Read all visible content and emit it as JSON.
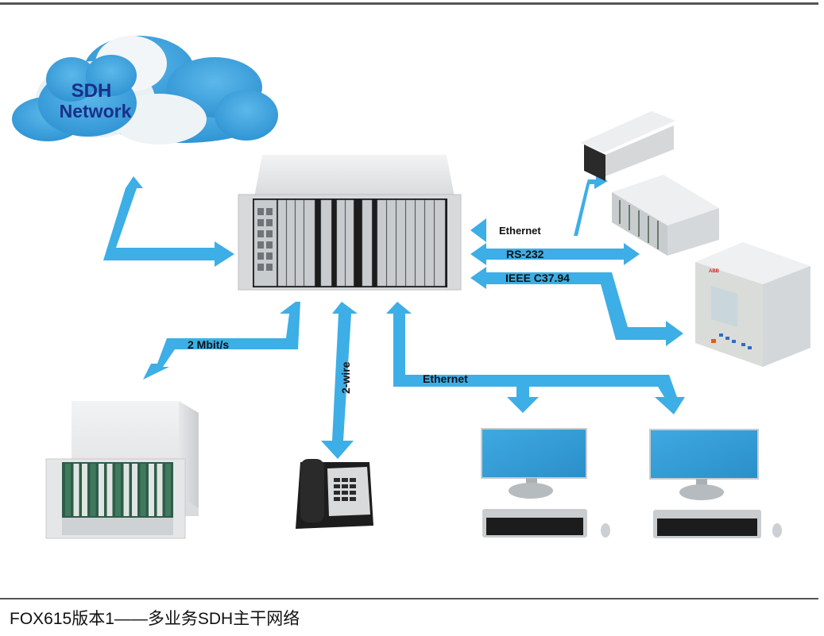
{
  "caption": "FOX615版本1——多业务SDH主干网络",
  "cloud": {
    "line1": "SDH",
    "line2": "Network"
  },
  "links": {
    "ethernet_camera": "Ethernet",
    "rs232": "RS-232",
    "ieee": "IEEE C37.94",
    "mbit": "2 Mbit/s",
    "twowire": "2-wire",
    "ethernet_pcs": "Ethernet"
  },
  "devices": {
    "central": "FOX615 multiplexer rack",
    "camera": "IP camera",
    "rtu": "RTU rack",
    "relay": "protection relay",
    "subrack": "legacy subrack",
    "phone": "telephone",
    "pc1": "workstation",
    "pc2": "workstation"
  },
  "colors": {
    "arrow": "#3daee6",
    "cloud": "#2f97d6",
    "cloud_text": "#1a2f8a"
  }
}
